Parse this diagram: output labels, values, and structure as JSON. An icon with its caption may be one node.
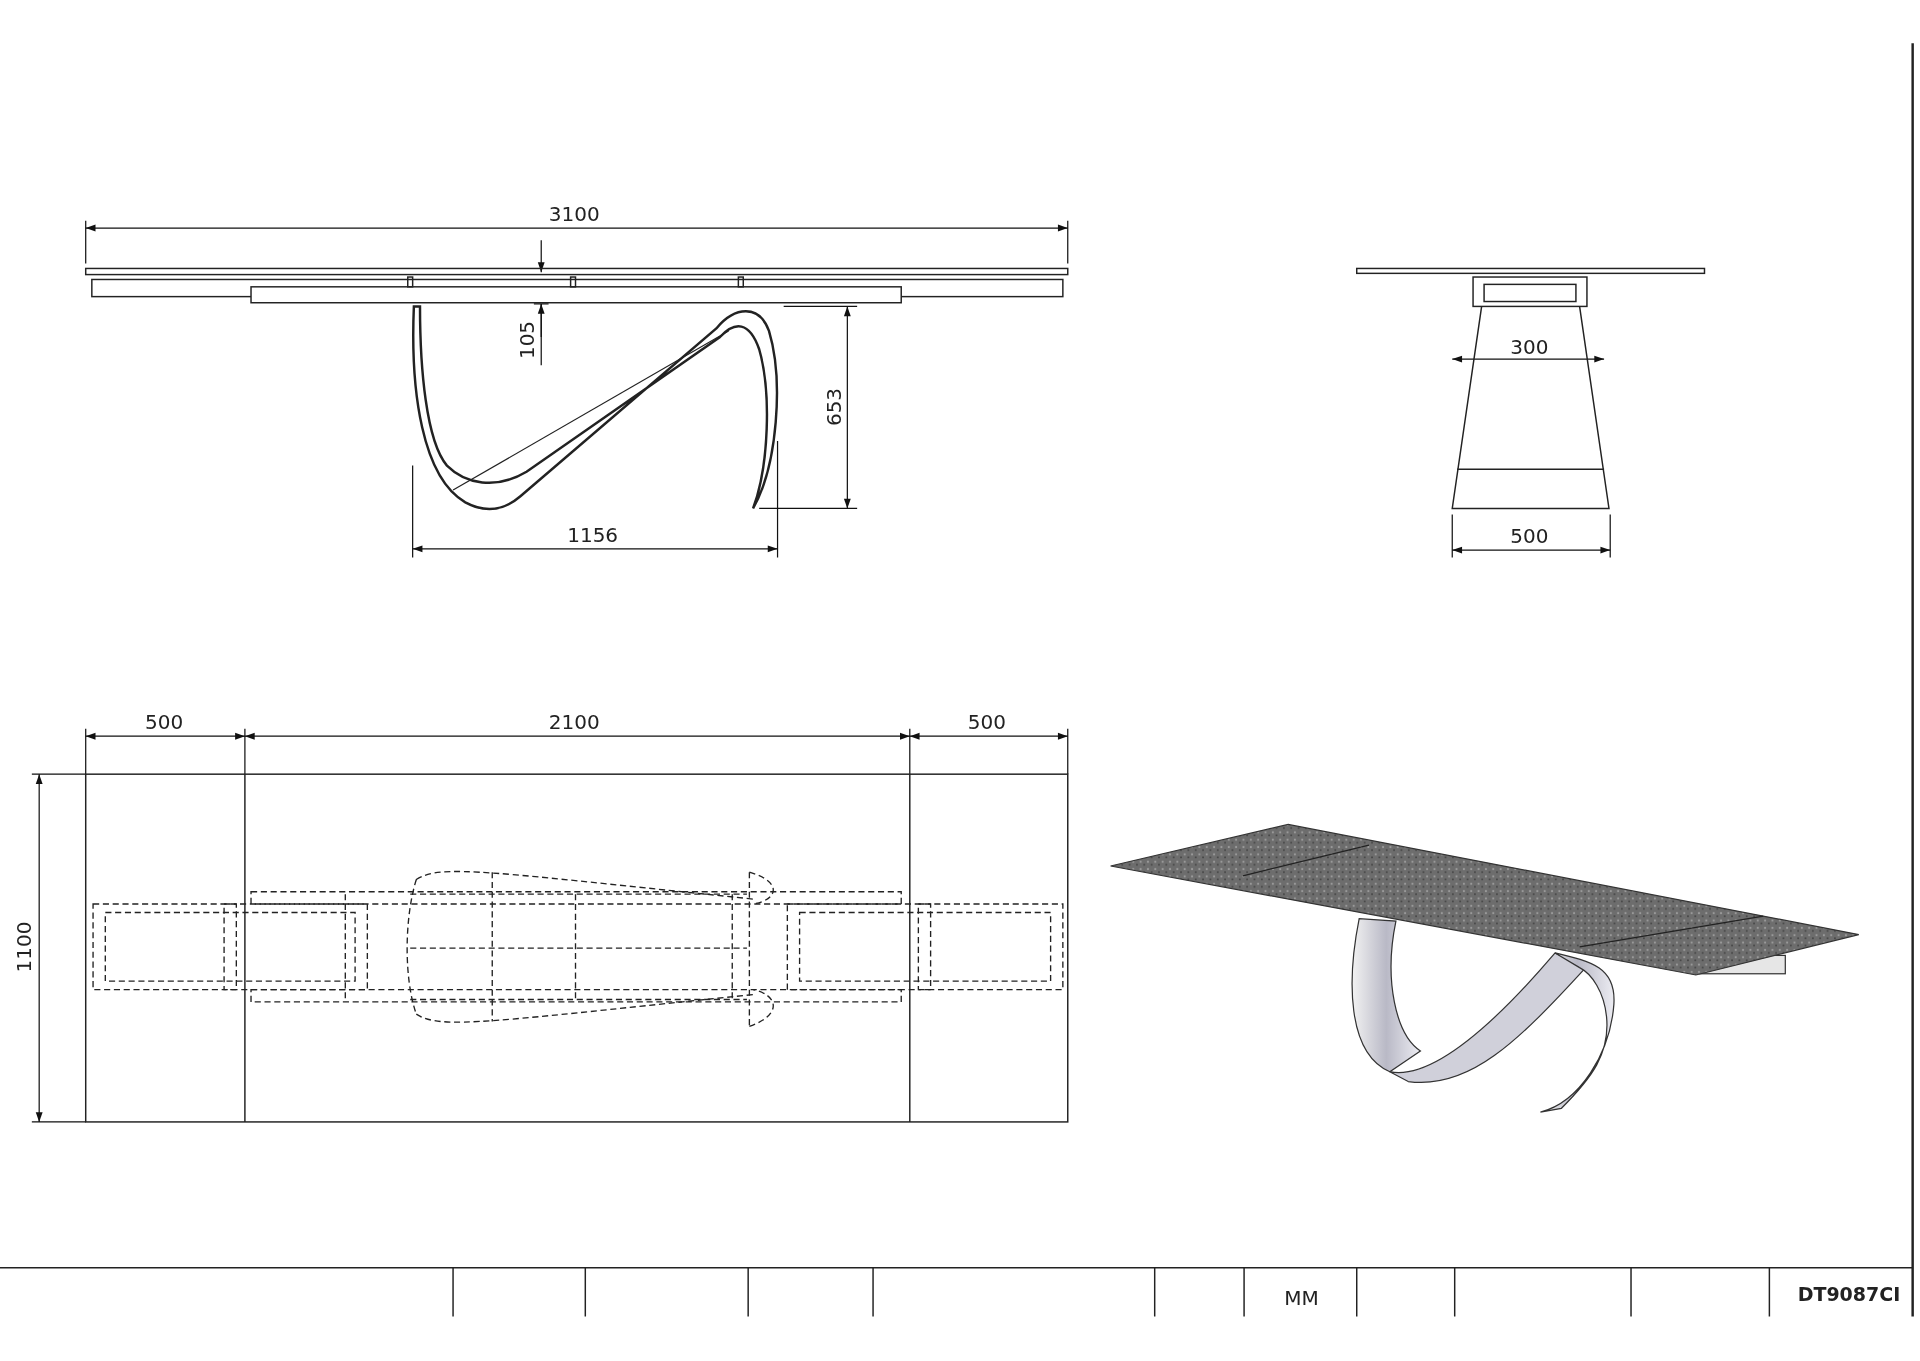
{
  "diagram": {
    "labels": [
      "3100",
      "105",
      "653",
      "1156",
      "300",
      "500",
      "500",
      "2100",
      "500",
      "1100",
      "MM",
      "DT9087CI"
    ]
  }
}
